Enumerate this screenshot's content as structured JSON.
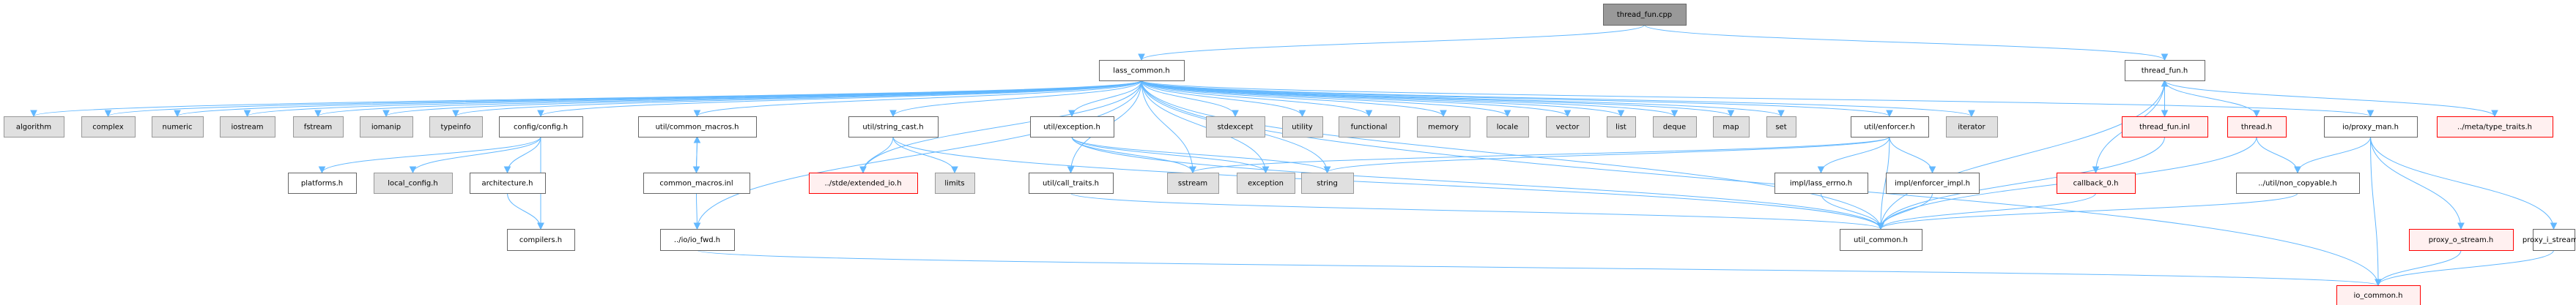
{
  "title": "thread_fun.cpp include dependency graph",
  "styles": {
    "root": {
      "fill": "#999999",
      "stroke": "#666666"
    },
    "normal": {
      "fill": "#ffffff",
      "stroke": "#666666"
    },
    "system": {
      "fill": "#e0e0e0",
      "stroke": "#999999"
    },
    "missing": {
      "fill": "#fff0f0",
      "stroke": "#ff0000"
    },
    "edge_color": "#63b8ff"
  },
  "nodes": [
    {
      "id": "thread_fun_cpp",
      "label": "thread_fun.cpp",
      "kind": "root"
    },
    {
      "id": "lass_common_h",
      "label": "lass_common.h",
      "kind": "normal"
    },
    {
      "id": "thread_fun_h",
      "label": "thread_fun.h",
      "kind": "normal"
    },
    {
      "id": "algorithm",
      "label": "algorithm",
      "kind": "system"
    },
    {
      "id": "complex",
      "label": "complex",
      "kind": "system"
    },
    {
      "id": "numeric",
      "label": "numeric",
      "kind": "system"
    },
    {
      "id": "iostream",
      "label": "iostream",
      "kind": "system"
    },
    {
      "id": "fstream",
      "label": "fstream",
      "kind": "system"
    },
    {
      "id": "iomanip",
      "label": "iomanip",
      "kind": "system"
    },
    {
      "id": "typeinfo",
      "label": "typeinfo",
      "kind": "system"
    },
    {
      "id": "config_config_h",
      "label": "config/config.h",
      "kind": "normal"
    },
    {
      "id": "util_common_macros_h",
      "label": "util/common_macros.h",
      "kind": "normal"
    },
    {
      "id": "util_string_cast_h",
      "label": "util/string_cast.h",
      "kind": "normal"
    },
    {
      "id": "util_exception_h",
      "label": "util/exception.h",
      "kind": "normal"
    },
    {
      "id": "stdexcept",
      "label": "stdexcept",
      "kind": "system"
    },
    {
      "id": "utility",
      "label": "utility",
      "kind": "system"
    },
    {
      "id": "functional",
      "label": "functional",
      "kind": "system"
    },
    {
      "id": "memory",
      "label": "memory",
      "kind": "system"
    },
    {
      "id": "locale",
      "label": "locale",
      "kind": "system"
    },
    {
      "id": "vector",
      "label": "vector",
      "kind": "system"
    },
    {
      "id": "list",
      "label": "list",
      "kind": "system"
    },
    {
      "id": "deque",
      "label": "deque",
      "kind": "system"
    },
    {
      "id": "map",
      "label": "map",
      "kind": "system"
    },
    {
      "id": "set",
      "label": "set",
      "kind": "system"
    },
    {
      "id": "util_enforcer_h",
      "label": "util/enforcer.h",
      "kind": "normal"
    },
    {
      "id": "iterator",
      "label": "iterator",
      "kind": "system"
    },
    {
      "id": "thread_fun_inl",
      "label": "thread_fun.inl",
      "kind": "missing"
    },
    {
      "id": "thread_h",
      "label": "thread.h",
      "kind": "missing"
    },
    {
      "id": "io_proxy_man_h",
      "label": "io/proxy_man.h",
      "kind": "normal"
    },
    {
      "id": "meta_type_traits_h",
      "label": "../meta/type_traits.h",
      "kind": "missing"
    },
    {
      "id": "platforms_h",
      "label": "platforms.h",
      "kind": "normal"
    },
    {
      "id": "local_config_h",
      "label": "local_config.h",
      "kind": "system"
    },
    {
      "id": "architecture_h",
      "label": "architecture.h",
      "kind": "normal"
    },
    {
      "id": "common_macros_inl",
      "label": "common_macros.inl",
      "kind": "normal"
    },
    {
      "id": "stde_extended_io_h",
      "label": "../stde/extended_io.h",
      "kind": "missing"
    },
    {
      "id": "limits",
      "label": "limits",
      "kind": "system"
    },
    {
      "id": "util_call_traits_h",
      "label": "util/call_traits.h",
      "kind": "normal"
    },
    {
      "id": "sstream",
      "label": "sstream",
      "kind": "system"
    },
    {
      "id": "exception",
      "label": "exception",
      "kind": "system"
    },
    {
      "id": "string",
      "label": "string",
      "kind": "system"
    },
    {
      "id": "impl_lass_errno_h",
      "label": "impl/lass_errno.h",
      "kind": "normal"
    },
    {
      "id": "impl_enforcer_impl_h",
      "label": "impl/enforcer_impl.h",
      "kind": "normal"
    },
    {
      "id": "callback_0_h",
      "label": "callback_0.h",
      "kind": "missing"
    },
    {
      "id": "util_non_copyable_h",
      "label": "../util/non_copyable.h",
      "kind": "normal"
    },
    {
      "id": "compilers_h",
      "label": "compilers.h",
      "kind": "normal"
    },
    {
      "id": "io_io_fwd_h",
      "label": "../io/io_fwd.h",
      "kind": "normal"
    },
    {
      "id": "util_common_h",
      "label": "util_common.h",
      "kind": "normal"
    },
    {
      "id": "proxy_o_stream_h",
      "label": "proxy_o_stream.h",
      "kind": "missing"
    },
    {
      "id": "proxy_i_stream_h",
      "label": "proxy_i_stream.h",
      "kind": "normal"
    },
    {
      "id": "io_common_h",
      "label": "io_common.h",
      "kind": "missing"
    }
  ],
  "edges": [
    [
      "thread_fun_cpp",
      "lass_common_h"
    ],
    [
      "thread_fun_cpp",
      "thread_fun_h"
    ],
    [
      "lass_common_h",
      "algorithm"
    ],
    [
      "lass_common_h",
      "complex"
    ],
    [
      "lass_common_h",
      "numeric"
    ],
    [
      "lass_common_h",
      "iostream"
    ],
    [
      "lass_common_h",
      "fstream"
    ],
    [
      "lass_common_h",
      "iomanip"
    ],
    [
      "lass_common_h",
      "typeinfo"
    ],
    [
      "lass_common_h",
      "config_config_h"
    ],
    [
      "lass_common_h",
      "util_common_macros_h"
    ],
    [
      "lass_common_h",
      "util_string_cast_h"
    ],
    [
      "lass_common_h",
      "util_exception_h"
    ],
    [
      "lass_common_h",
      "stdexcept"
    ],
    [
      "lass_common_h",
      "utility"
    ],
    [
      "lass_common_h",
      "functional"
    ],
    [
      "lass_common_h",
      "memory"
    ],
    [
      "lass_common_h",
      "locale"
    ],
    [
      "lass_common_h",
      "vector"
    ],
    [
      "lass_common_h",
      "list"
    ],
    [
      "lass_common_h",
      "deque"
    ],
    [
      "lass_common_h",
      "map"
    ],
    [
      "lass_common_h",
      "set"
    ],
    [
      "lass_common_h",
      "util_enforcer_h"
    ],
    [
      "lass_common_h",
      "iterator"
    ],
    [
      "lass_common_h",
      "io_proxy_man_h"
    ],
    [
      "lass_common_h",
      "stde_extended_io_h"
    ],
    [
      "lass_common_h",
      "util_call_traits_h"
    ],
    [
      "lass_common_h",
      "sstream"
    ],
    [
      "lass_common_h",
      "exception"
    ],
    [
      "lass_common_h",
      "string"
    ],
    [
      "lass_common_h",
      "io_io_fwd_h"
    ],
    [
      "lass_common_h",
      "util_common_h"
    ],
    [
      "lass_common_h",
      "io_common_h"
    ],
    [
      "config_config_h",
      "platforms_h"
    ],
    [
      "config_config_h",
      "local_config_h"
    ],
    [
      "config_config_h",
      "architecture_h"
    ],
    [
      "config_config_h",
      "compilers_h"
    ],
    [
      "architecture_h",
      "compilers_h"
    ],
    [
      "util_common_macros_h",
      "common_macros_inl"
    ],
    [
      "common_macros_inl",
      "util_common_macros_h"
    ],
    [
      "common_macros_inl",
      "io_io_fwd_h"
    ],
    [
      "util_string_cast_h",
      "stde_extended_io_h"
    ],
    [
      "util_string_cast_h",
      "limits"
    ],
    [
      "util_string_cast_h",
      "util_common_h"
    ],
    [
      "util_exception_h",
      "sstream"
    ],
    [
      "util_exception_h",
      "exception"
    ],
    [
      "util_exception_h",
      "string"
    ],
    [
      "util_exception_h",
      "util_common_h"
    ],
    [
      "util_call_traits_h",
      "util_common_h"
    ],
    [
      "util_enforcer_h",
      "string"
    ],
    [
      "util_enforcer_h",
      "sstream"
    ],
    [
      "util_enforcer_h",
      "impl_lass_errno_h"
    ],
    [
      "util_enforcer_h",
      "impl_enforcer_impl_h"
    ],
    [
      "util_enforcer_h",
      "util_common_h"
    ],
    [
      "impl_lass_errno_h",
      "util_common_h"
    ],
    [
      "impl_enforcer_impl_h",
      "util_common_h"
    ],
    [
      "thread_fun_h",
      "thread_fun_inl"
    ],
    [
      "thread_fun_inl",
      "thread_fun_h"
    ],
    [
      "thread_fun_h",
      "thread_h"
    ],
    [
      "thread_fun_h",
      "meta_type_traits_h"
    ],
    [
      "thread_fun_h",
      "callback_0_h"
    ],
    [
      "thread_fun_h",
      "util_common_h"
    ],
    [
      "thread_fun_inl",
      "util_common_h"
    ],
    [
      "thread_h",
      "util_common_h"
    ],
    [
      "thread_h",
      "util_non_copyable_h"
    ],
    [
      "callback_0_h",
      "util_common_h"
    ],
    [
      "util_non_copyable_h",
      "util_common_h"
    ],
    [
      "io_proxy_man_h",
      "util_non_copyable_h"
    ],
    [
      "io_proxy_man_h",
      "io_common_h"
    ],
    [
      "io_proxy_man_h",
      "proxy_o_stream_h"
    ],
    [
      "io_proxy_man_h",
      "proxy_i_stream_h"
    ],
    [
      "proxy_o_stream_h",
      "io_common_h"
    ],
    [
      "proxy_i_stream_h",
      "io_common_h"
    ],
    [
      "io_io_fwd_h",
      "io_common_h"
    ]
  ]
}
